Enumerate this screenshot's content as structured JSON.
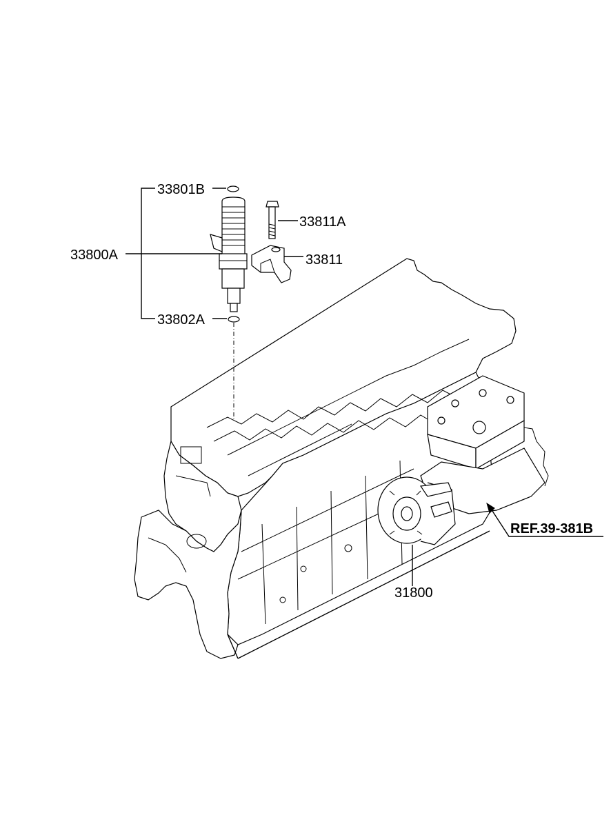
{
  "callouts": {
    "injector_oring_upper": "33801B",
    "injector_assembly": "33800A",
    "injector_oring_lower": "33802A",
    "clamp_bolt": "33811A",
    "injector_clamp": "33811",
    "fuel_pump": "31800",
    "reference": "REF.39-381B"
  },
  "colors": {
    "line": "#000000",
    "background": "#ffffff"
  }
}
